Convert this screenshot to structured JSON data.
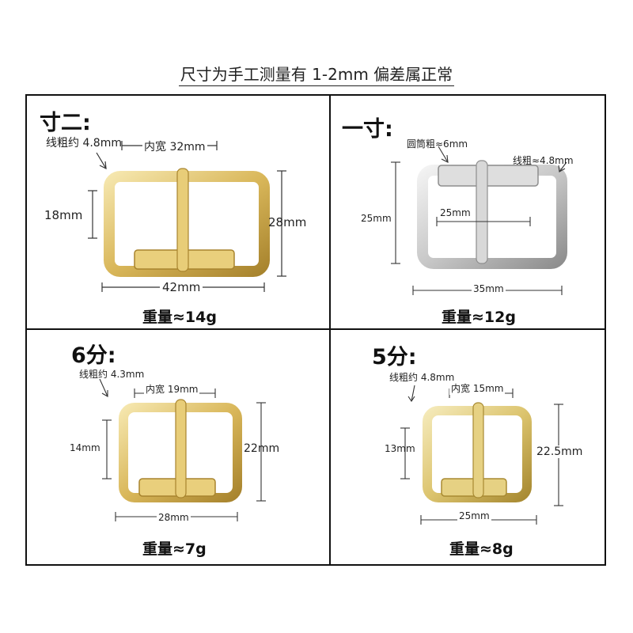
{
  "header": {
    "note": "尺寸为手工测量有 1-2mm 偏差属正常"
  },
  "colors": {
    "gold": "#d9b75a",
    "gold_light": "#f3e2a2",
    "gold_dark": "#a8842e",
    "silver": "#c8c8c8",
    "silver_dark": "#8e8e8e",
    "silver_light": "#eeeeee",
    "line": "#333333"
  },
  "panels": [
    {
      "title": "寸二:",
      "wire": "线粗约 4.8mm",
      "inner_width": "内宽 32mm",
      "height_inner": "18mm",
      "height_outer": "28mm",
      "width": "42mm",
      "weight": "重量≈14g",
      "finish": "gold"
    },
    {
      "title": "一寸:",
      "tube": "圆筒粗≈6mm",
      "wire": "线粗≈4.8mm",
      "height_outer": "25mm",
      "inner_width": "25mm",
      "width": "35mm",
      "weight": "重量≈12g",
      "finish": "silver"
    },
    {
      "title": "6分:",
      "wire": "线粗约 4.3mm",
      "inner_width": "内宽 19mm",
      "height_inner": "14mm",
      "height_outer": "22mm",
      "width": "28mm",
      "weight": "重量≈7g",
      "finish": "gold"
    },
    {
      "title": "5分:",
      "wire": "线粗约 4.8mm",
      "inner_width": "内宽 15mm",
      "height_inner": "13mm",
      "height_outer": "22.5mm",
      "width": "25mm",
      "weight": "重量≈8g",
      "finish": "gold"
    }
  ]
}
